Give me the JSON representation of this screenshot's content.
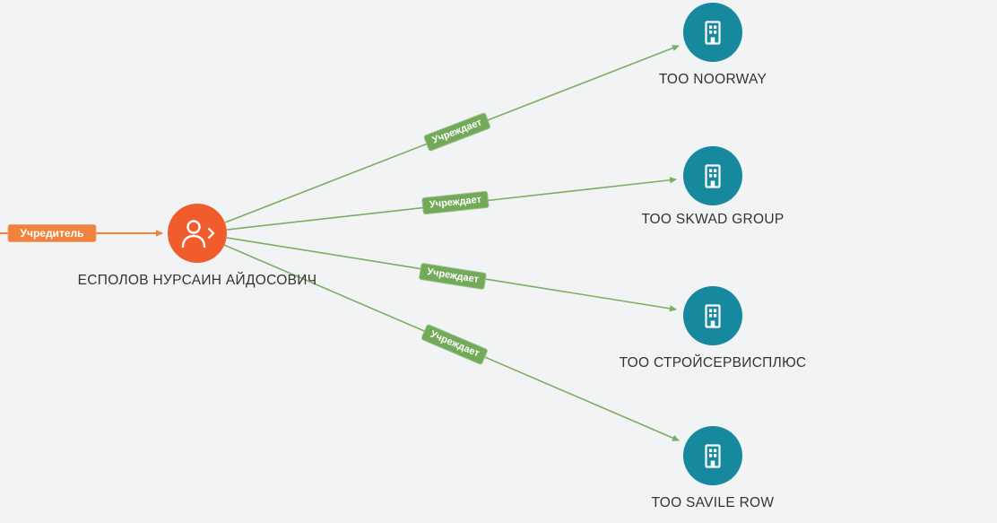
{
  "graph": {
    "background_color": "#f1f3f4",
    "person": {
      "name": "ЕСПОЛОВ НУРСАИН АЙДОСОВИЧ",
      "node_color": "#f05c2c",
      "icon": "person-icon",
      "has_expand_chevron": true
    },
    "incoming_edge": {
      "label": "Учредитель",
      "color": "#ef833e"
    },
    "outgoing_edges": [
      {
        "label": "Учреждает",
        "target": "ТОО NOORWAY"
      },
      {
        "label": "Учреждает",
        "target": "ТОО SKWAD GROUP"
      },
      {
        "label": "Учреждает",
        "target": "ТОО СТРОЙСЕРВИСПЛЮС"
      },
      {
        "label": "Учреждает",
        "target": "ТОО SAVILE ROW"
      }
    ],
    "edge_color": "#7bae63",
    "edge_label_color": "#72aa59",
    "companies": [
      {
        "name": "ТОО NOORWAY",
        "node_color": "#17899e",
        "icon": "building-icon"
      },
      {
        "name": "ТОО SKWAD GROUP",
        "node_color": "#17899e",
        "icon": "building-icon"
      },
      {
        "name": "ТОО СТРОЙСЕРВИСПЛЮС",
        "node_color": "#17899e",
        "icon": "building-icon"
      },
      {
        "name": "ТОО SAVILE ROW",
        "node_color": "#17899e",
        "icon": "building-icon"
      }
    ]
  }
}
